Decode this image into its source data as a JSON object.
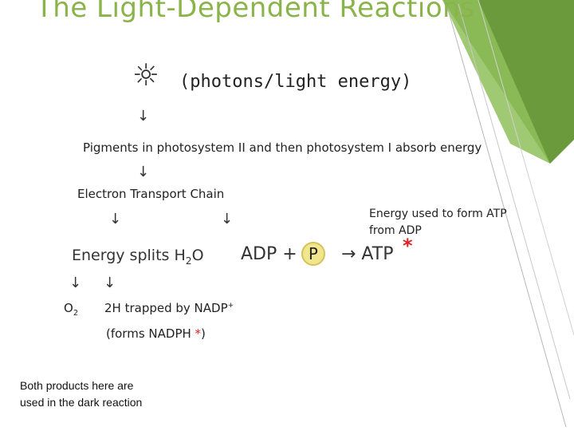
{
  "title": "The Light-Dependent Reactions",
  "sun_glyph": "☼",
  "photons_label": "(photons/light energy)",
  "arrow_glyph": "↓",
  "pigments_text": "Pigments in photosystem II and then photosystem I absorb energy",
  "etc_text": "Electron Transport Chain",
  "energy_splits": {
    "prefix": "Energy splits H",
    "sub": "2",
    "suffix": "O"
  },
  "adp_plus": "ADP +",
  "phosphate_letter": "P",
  "atp_label": "→ ATP",
  "atp_star": "*",
  "energy_note": "Energy used to form ATP from ADP",
  "o2": {
    "prefix": "O",
    "sub": "2"
  },
  "nadp": {
    "text": "2H trapped by NADP",
    "sup": "+"
  },
  "nadph": {
    "prefix": "(forms NADPH ",
    "star": "*",
    "suffix": ")"
  },
  "both_products": "Both products here are used in the dark reaction",
  "colors": {
    "title": "#8ab44a",
    "accent_green": "#6a9a3c",
    "star_red": "#e02020",
    "phosphate_fill": "#f0e68c"
  }
}
